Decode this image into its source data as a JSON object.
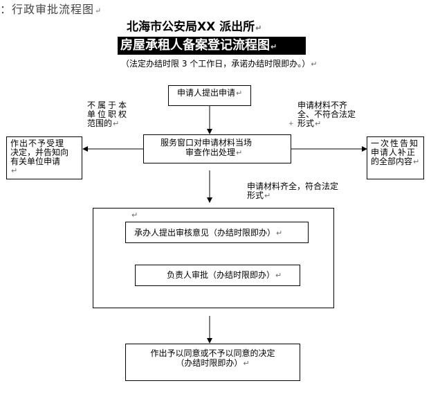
{
  "header": {
    "top_text": "：行政审批流程图",
    "title": "北海市公安局XX 派出所",
    "subtitle": "房屋承租人备案登记流程图",
    "deadline_note": "（法定办结时限 3 个工作日，承诺办结时限即办。）"
  },
  "nodes": {
    "apply": "申请人提出申请",
    "window_line1": "服务窗口对申请材料当场",
    "window_line2": "审查作出处理",
    "reject_line1": "作出不予受理",
    "reject_line2": "决定，并告知向",
    "reject_line3": "有关单位申请",
    "notify_line1": "一次性告知",
    "notify_line2": "申请人补正",
    "notify_line3": "的全部内容",
    "handler": "承办人提出审核意见（办结时限即办）",
    "approver": "负责人审批（办结时限即办）",
    "decision_line1": "作出予以同意或不予以同意的决定",
    "decision_line2": "（办结时限即办）"
  },
  "labels": {
    "out_scope_line1": "不属于本",
    "out_scope_line2": "单位职权",
    "out_scope_line3": "范围的",
    "incomplete_line1": "申请材料不齐",
    "incomplete_line2": "全、不符合法定",
    "incomplete_line3": "形式",
    "complete_line1": "申请材料齐全，符合法定",
    "complete_line2": "形式"
  },
  "symbols": {
    "paragraph_mark": "↵"
  }
}
